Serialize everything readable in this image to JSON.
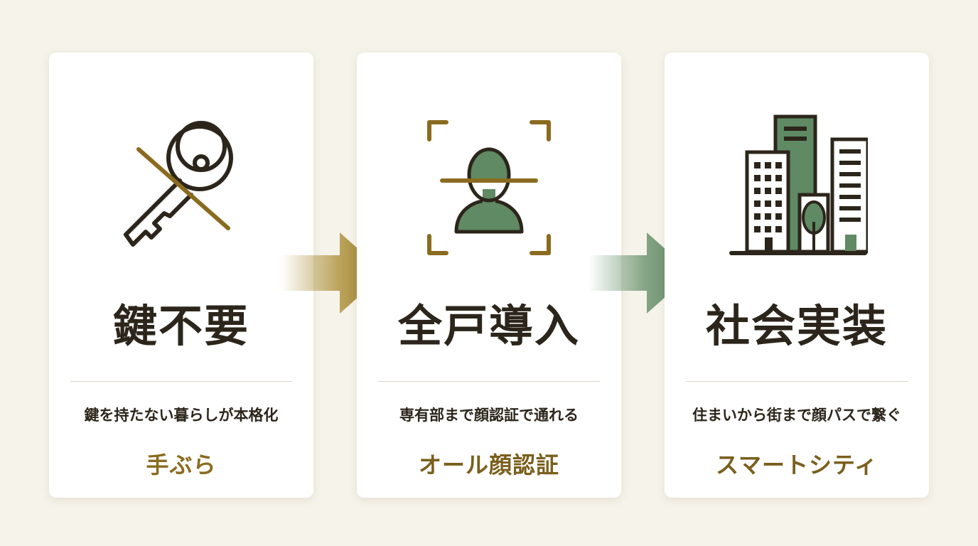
{
  "colors": {
    "background": "#f6f3ea",
    "card": "#ffffff",
    "ink": "#2c251b",
    "gold": "#8a6b1f",
    "green": "#5f8a63"
  },
  "steps": [
    {
      "icon": "key-crossed-out-icon",
      "title": "鍵不要",
      "description": "鍵を持たない暮らしが本格化",
      "tag": "手ぶら",
      "tag_color": "#8a6b1f"
    },
    {
      "icon": "face-scan-icon",
      "title": "全戸導入",
      "description": "専有部まで顔認証で通れる",
      "tag": "オール顔認証",
      "tag_color": "#7a5f1c"
    },
    {
      "icon": "city-buildings-icon",
      "title": "社会実装",
      "description": "住まいから街まで顔パスで繋ぐ",
      "tag": "スマートシティ",
      "tag_color": "#7a5f1c"
    }
  ],
  "arrows": [
    {
      "icon": "arrow-right-icon",
      "color": "#a88a2e"
    },
    {
      "icon": "arrow-right-icon",
      "color": "#5f8a63"
    }
  ]
}
